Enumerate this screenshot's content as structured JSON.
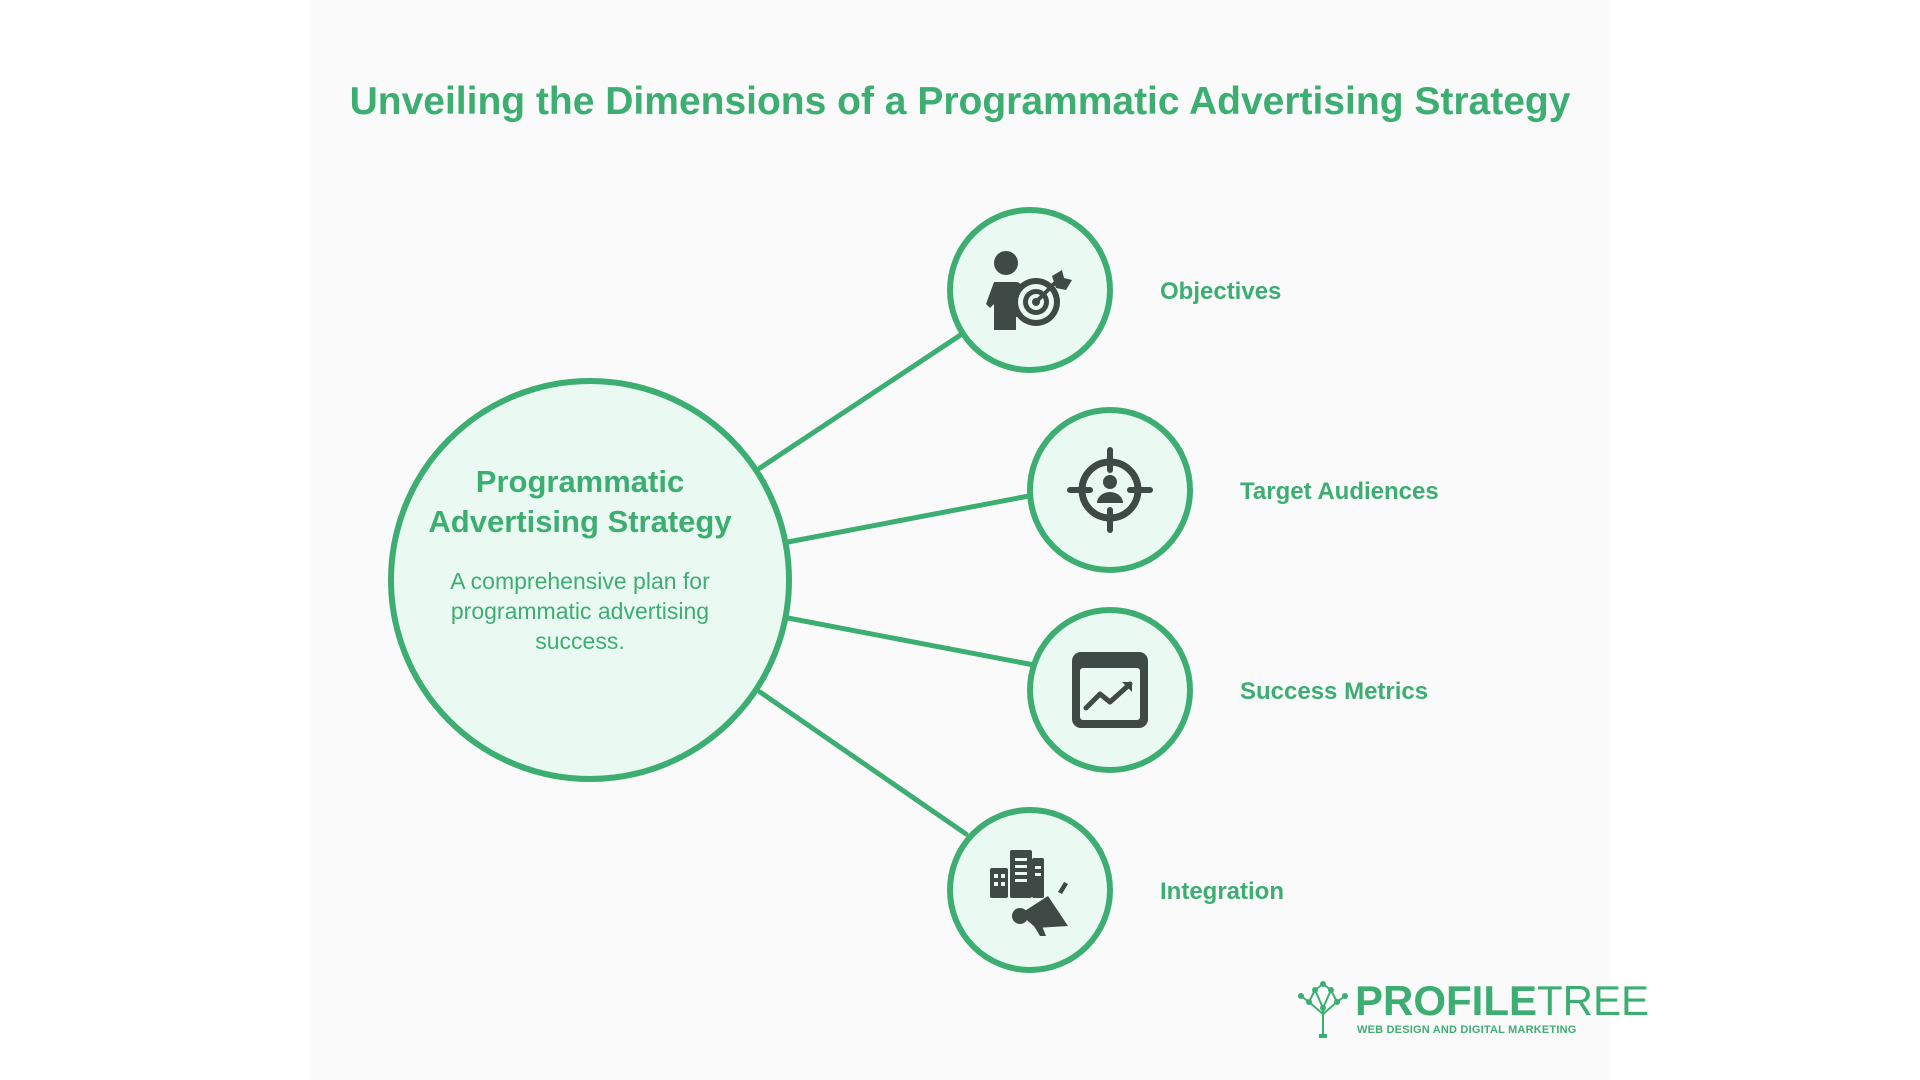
{
  "title": "Unveiling the Dimensions of a Programmatic Advertising Strategy",
  "colors": {
    "accent": "#3dae72",
    "circle_fill": "#eafaf2",
    "icon_color": "#3f4a46",
    "background": "#fafafa"
  },
  "center": {
    "title": "Programmatic Advertising Strategy",
    "description": "A comprehensive plan for programmatic advertising success."
  },
  "nodes": [
    {
      "label": "Objectives",
      "icon": "person-target-icon"
    },
    {
      "label": "Target Audiences",
      "icon": "crosshair-person-icon"
    },
    {
      "label": "Success Metrics",
      "icon": "trend-chart-icon"
    },
    {
      "label": "Integration",
      "icon": "buildings-megaphone-icon"
    }
  ],
  "logo": {
    "wordmark_bold": "PROFILE",
    "wordmark_thin": "TREE",
    "tagline": "WEB DESIGN AND DIGITAL MARKETING"
  }
}
